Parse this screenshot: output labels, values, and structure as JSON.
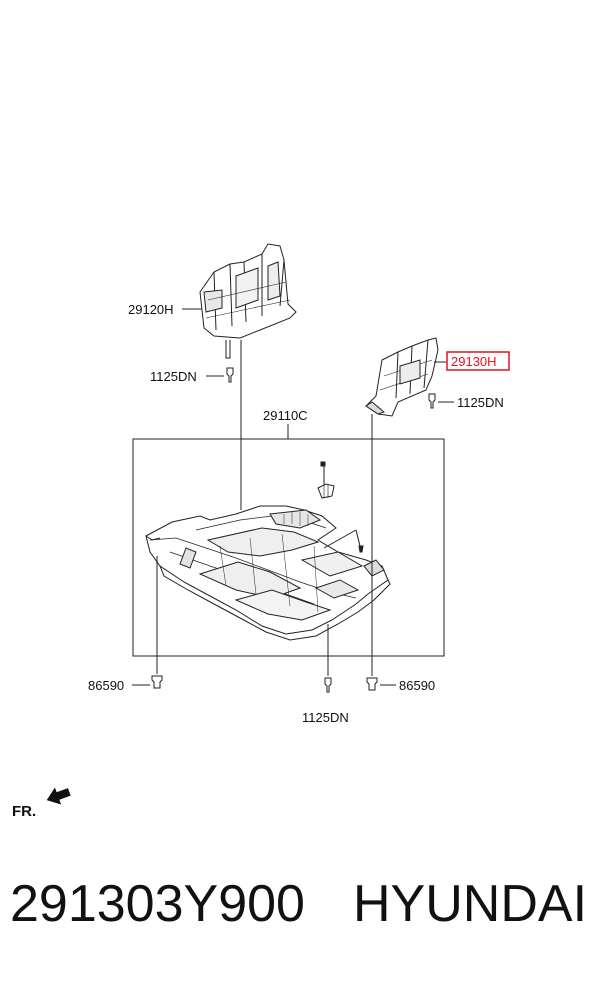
{
  "callouts": {
    "upper_left_guard": "29120H",
    "upper_left_bolt": "1125DN",
    "main_cover": "29110C",
    "right_guard": "29130H",
    "right_guard_bolt": "1125DN",
    "left_clip": "86590",
    "right_clip": "86590",
    "center_bolt": "1125DN"
  },
  "highlight_color": "#e0141e",
  "front_indicator": "FR.",
  "footer": {
    "part_number": "291303Y900",
    "brand": "HYUNDAI"
  }
}
